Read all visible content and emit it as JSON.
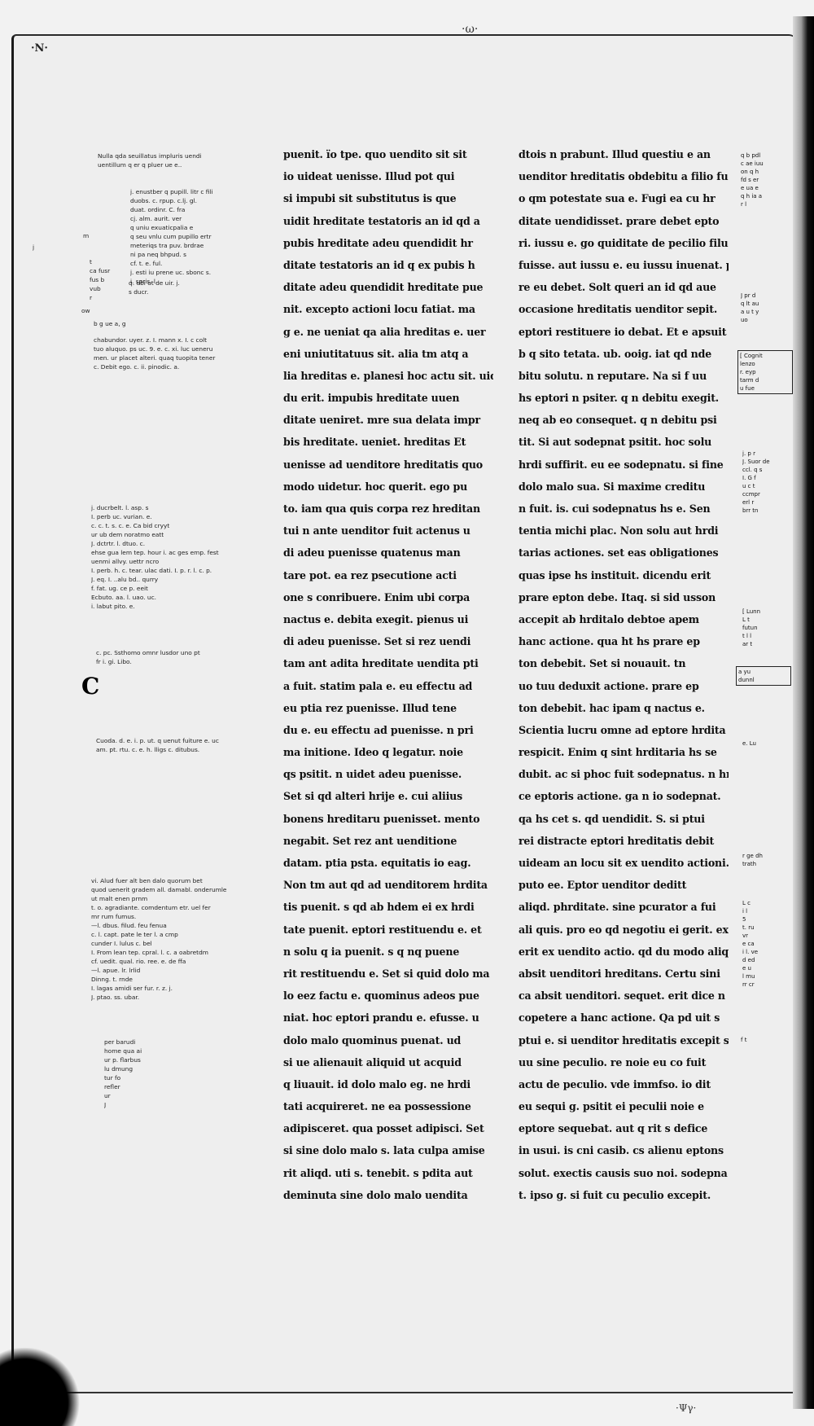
{
  "top_mark": "·ω·",
  "corner_mark": "·N·",
  "bottom_mark": "·Ψγ·",
  "main_column": [
    "puenit. ïo tpe. quo uendito sit sit",
    "io uideat uenisse. Illud pot qui",
    "si impubi sit substitutus is que",
    "uidit hreditate testatoris an id qd a",
    "pubis hreditate adeu quendidit hr",
    "ditate testatoris an id q ex pubis h",
    "ditate adeu quendidit hreditate pue",
    "nit. excepto actioni locu fatiat. ma",
    "g e. ne ueniat qa alia hreditas e. uer",
    "eni uniutitatuus sit. alia tm atq a",
    "lia hreditas e. planesi hoc actu sit. uide",
    "du erit. impubis hreditate uuen",
    "ditate ueniret. mre sua delata impr",
    "bis hreditate. ueniet. hreditas Et",
    "uenisse ad uenditore hreditatis quo",
    "modo uidetur. hoc querit. ego pu",
    "to. iam qua quis corpa rez hreditan",
    "tui n ante uenditor fuit actenus u",
    "di adeu puenisse quatenus man",
    "tare pot. ea rez psecutione acti",
    "one s conribuere. Enim ubi corpa",
    "nactus e. debita exegit. pienus ui",
    "di adeu puenisse. Set si rez uendi",
    "tam ant adita hreditate uendita pti",
    "a fuit. statim pala e. eu effectu ad",
    "eu ptia rez puenisse. Illud tene",
    "du e. eu effectu ad puenisse. n pri",
    "ma initione. Ideo q legatur. noie",
    "qs psitit. n uidet adeu puenisse.",
    "Set si qd alteri hrije e. cui aliius",
    "bonens hreditaru puenisset. mento",
    "negabit. Set rez ant uenditione",
    "datam. ptia psta. equitatis io eag.",
    "Non tm aut qd ad uenditorem hrdita",
    "tis puenit. s qd ab hdem ei ex hrdi",
    "tate puenit. eptori restituendu e. et",
    "n solu q ia puenit. s q nq puene",
    "rit restituendu e. Set si quid dolo ma",
    "lo eez factu e. quominus adeos pue",
    "niat. hoc eptori prandu e. efusse. u",
    "dolo malo quominus puenat. ud",
    "si ue alienauit aliquid ut acquid",
    "q liuauit. id dolo malo eg. ne hrdi",
    "tati acquireret. ne ea possessione",
    "adipisceret. qua posset adipisci. Set",
    "si sine dolo malo s. lata culpa amise",
    "rit aliqd. uti s. tenebit. s pdita aut",
    "deminuta sine dolo malo uendita"
  ],
  "right_column": [
    "dtois n prabunt. Illud questiu e an",
    "uenditor hreditatis obdebitu a filio fu",
    "o qm potestate sua e. Fugi ea cu hr",
    "ditate uendidisset. prare debet epto",
    "ri. iussu e. go quiditate de pecilio filu",
    "fuisse. aut iussu e. eu iussu inuenat. pi",
    "re eu debet. Solt queri an id qd aue",
    "occasione hreditatis uenditor sepit.",
    "eptori restituere io debat. Et e apsuit",
    "b q sito tetata. ub. ooig. iat qd nde",
    "bitu solutu. n reputare. Na si f uu",
    "hs eptori n psiter. q n debitu exegit.",
    "neq ab eo consequet. q n debitu psi",
    "tit. Si aut sodepnat psitit. hoc solu",
    "hrdi suffirit. eu ee sodepnatu. si fine",
    "dolo malo sua. Si maxime creditu",
    "n fuit. is. cui sodepnatus hs e. Sen",
    "tentia michi plac. Non solu aut hrdi",
    "tarias actiones. set eas obligationes",
    "quas ipse hs instituit. dicendu erit",
    "prare epton debe. Itaq. si sid usson",
    "accepit ab hrditalo debtoe apem",
    "hanc actione. qua ht hs prare ep",
    "ton debebit. Set si nouauit. tn",
    "uo tuu deduxit actione. prare ep",
    "ton debebit. hac ipam q nactus e.",
    "Scientia lucru omne ad eptore hrdita",
    "respicit. Enim q sint hrditaria hs se",
    "dubit. ac si phoc fuit sodepnatus. n hr",
    "ce eptoris actione. ga n io sodepnat.",
    "qa hs cet s. qd uendidit. S. si ptui",
    "rei distracte eptori hreditatis debit",
    "uideam an locu sit ex uendito actioni.",
    "puto ee. Eptor uenditor deditt",
    "aliqd. phrditate. sine pcurator a fui",
    "ali quis. pro eo qd negotiu ei gerit. ex",
    "erit ex uendito actio. qd du modo aliqd",
    "absit uenditori hreditans. Certu sini",
    "ca absit uenditori. sequet. erit dice n",
    "copetere a hanc actione. Qa pd uit s",
    "ptui e. si uenditor hreditatis excepit s",
    "uu sine peculio. re noie eu co fuit",
    "actu de peculio. vde immfso. io dit",
    "eu sequi g. psitit ei peculii noie e",
    "eptore sequebat. aut q rit s defice",
    "in usui. is cni casib. cs alienu eptons",
    "solut. exectis causis suo noi. sodepna",
    "t. ipso g. si fuit cu peculio excepit."
  ],
  "left_glosses": [
    "Nulla qda seuillatus impluris uendi\nuentillum q er q pluer ue e..",
    "j.  enustber  q pupill. litr  c fili\n     duobs. c.  rpup. c.lj. gl.\n    duat. ordinr. C. fra\n  cj. alm. aurit. ver\n  q uniu exuaticpalia e\n  q seu vnlu cum pupillo ertr\n  meteriqs tra puv. brdrae\n  ni pa neq bhpud. s\n  cf. t. e. ful.\n  j. esti iu prene uc. sbonc s.\n  i. spris. l.",
    "q. ubi ut de uir. j.\n  s  ducr.",
    "chabundor. uyer. z. I. mann x. I. c colt\ntuo aluquo. ps uc. 9. e. c. xi. luc ueneru\nmen. ur placet alteri. quaq tuopita tener\nc. Debit ego. c. ii. pinodic. a.",
    "j. ducrbelt. l. asp. s\n  I. perb uc. vurian. e.\n  c. c. t. s. c. e. Ca bid cryyt\nur ub dem noratmo eatt\n  J. dctrtr. l. dtuo. c.\n  ehse gua lem tep. hour i. ac ges emp. fest\n  uenmi allvy. uettr ncro\n  I. perb. h. c. tear. ulac dati. I. p. r. l. c. p.\n  J. eq. I. ..alu bd.. qurry\n  f. fat. ug. ce p. eeit\n  Ecbuto. aa. l. uao. uc.\n  i. labut pito. e.",
    "c. pc. Ssthomo omnr lusdor uno pt\n  fr  i. gi. Libo.",
    "Cuoda. d. e. i. p. ut. q uenut fuiture e. uc\nam. pt. rtu. c. e. h. lligs c. ditubus.",
    "vi. Alud fuer alt ben dalo quorum bet\nquod uenerit gradem all. damabl. onderumle\nut malt enen prnm\n  t. o. agradiante. comdentum etr. uel fer\nmr rum fumus.\n  —l. dbus. filud. feu fenua\n  c. l. capt. pate le ter l. a cmp\n  cunder I. lulus c. bel\n  I. From lean tep. cpral. l. c. a oabretdm\n  cf. uedit. qual. rio. ree. e. de ffa\n  —l. apue. lr. lrlid\n  Dinng. t. rnde\n  I. lagas amidi ser fur. r. z. j.\n  J. ptao. ss. ubar.",
    "per barudi\nhome qua ai\nur p. flarbus\nlu dmung\ntur fo\nrefler\nur\nJ"
  ],
  "left_notes": [
    "j",
    "m",
    "t\nca fusr\nfus b\nvub\nr",
    "ow",
    "b  g ue  a,  g"
  ],
  "right_margin": [
    "q  b  pdl\nc ae iuu\non q h\nfd s er\ne  ua e\nq  h ia a\nr  l",
    "J pr d\nq lt au\na  u t y\nuo",
    "[ Cognit\nlenzo\nr. eyp\ntarm d\nu fue",
    "j. p r\nJ. Suor de\nccl. q  s\nI. G f\nu  c t\nccmpr\nerl  r\nbrr tn",
    "[ Lunn\nL t\nfutun\nt l l\nar t",
    "a  yu\ndunnl",
    "e. Lu",
    "r ge dh\ntrath",
    "L  c\ni  l\n5\nt. ru\nvr\ne ca\ni l. ve\nd ed\ne  u\nl mu\nrr  cr",
    "f  t"
  ]
}
